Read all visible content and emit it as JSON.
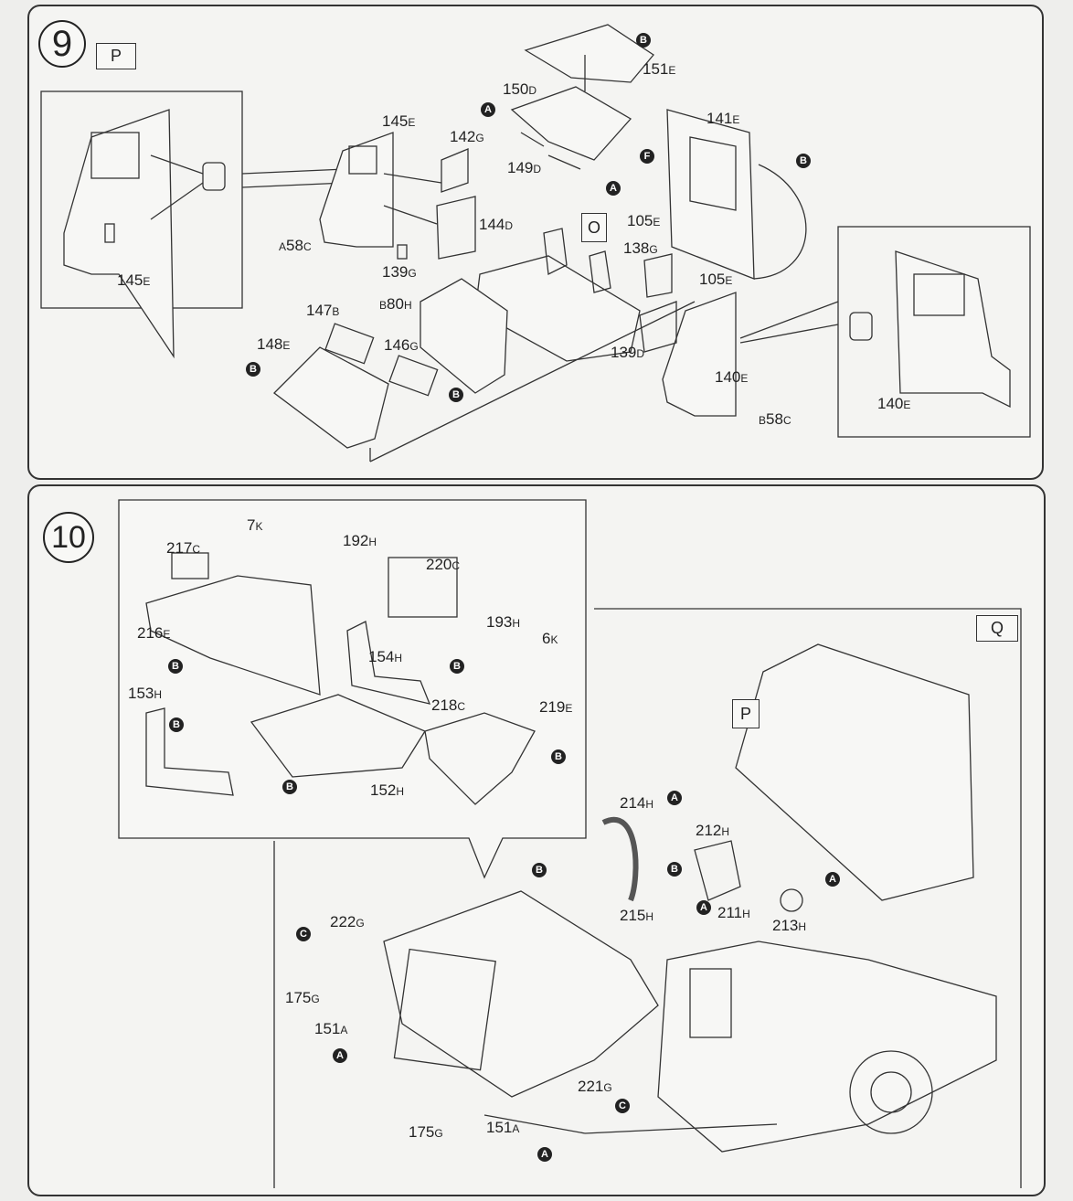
{
  "step9": {
    "number": "9",
    "cab_ref": "P",
    "sub_ref": "O",
    "labels": [
      "145E",
      "145E",
      "142G",
      "144D",
      "A58C",
      "139G",
      "150D",
      "149D",
      "151E",
      "141E",
      "105E",
      "138G",
      "105E",
      "139D",
      "140E",
      "B58C",
      "B80H",
      "147B",
      "148E",
      "146G",
      "140E"
    ],
    "markers": [
      "B",
      "A",
      "F",
      "A",
      "B",
      "B",
      "B"
    ]
  },
  "step10": {
    "number": "10",
    "assembly_ref": "Q",
    "cab_ref": "P",
    "labels": [
      "7K",
      "192H",
      "217C",
      "220C",
      "216E",
      "193H",
      "6K",
      "154H",
      "153H",
      "218C",
      "219E",
      "152H",
      "214H",
      "212H",
      "215H",
      "211H",
      "213H",
      "222G",
      "175G",
      "151A",
      "221G",
      "175G",
      "151A"
    ],
    "markers": [
      "B",
      "B",
      "B",
      "B",
      "B",
      "A",
      "B",
      "A",
      "A",
      "B",
      "C",
      "A",
      "C",
      "A"
    ]
  },
  "colors": {
    "line": "#333333",
    "paper": "#f4f4f2",
    "marker": "#222222"
  }
}
